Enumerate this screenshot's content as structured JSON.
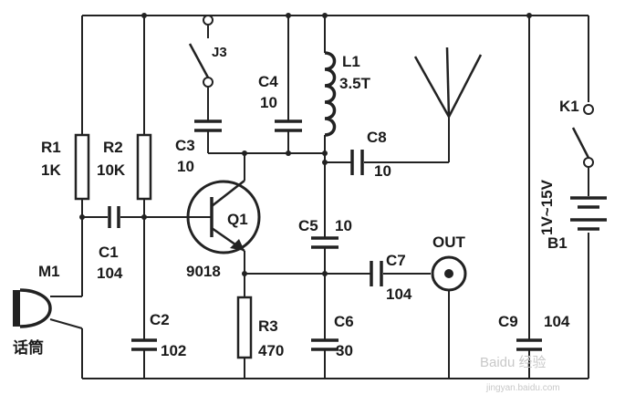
{
  "components": {
    "R1": {
      "name": "R1",
      "value": "1K"
    },
    "R2": {
      "name": "R2",
      "value": "10K"
    },
    "R3": {
      "name": "R3",
      "value": "470"
    },
    "C1": {
      "name": "C1",
      "value": "104"
    },
    "C2": {
      "name": "C2",
      "value": "102"
    },
    "C3": {
      "name": "C3",
      "value": "10"
    },
    "C4": {
      "name": "C4",
      "value": "10"
    },
    "C5": {
      "name": "C5",
      "value": "10"
    },
    "C6": {
      "name": "C6",
      "value": "30"
    },
    "C7": {
      "name": "C7",
      "value": "104"
    },
    "C8": {
      "name": "C8",
      "value": "10"
    },
    "C9": {
      "name": "C9",
      "value": "104"
    },
    "L1": {
      "name": "L1",
      "value": "3.5T"
    },
    "Q1": {
      "name": "Q1",
      "value": "9018"
    },
    "J3": {
      "name": "J3"
    },
    "K1": {
      "name": "K1"
    },
    "B1": {
      "name": "B1",
      "value": "1V~15V"
    },
    "M1": {
      "name": "M1",
      "value": "话筒"
    },
    "OUT": {
      "name": "OUT"
    }
  },
  "watermark": {
    "text": "jingyan.baidu.com",
    "logo": "Baidu 经验"
  },
  "colors": {
    "ink": "#222222",
    "background": "#ffffff"
  }
}
